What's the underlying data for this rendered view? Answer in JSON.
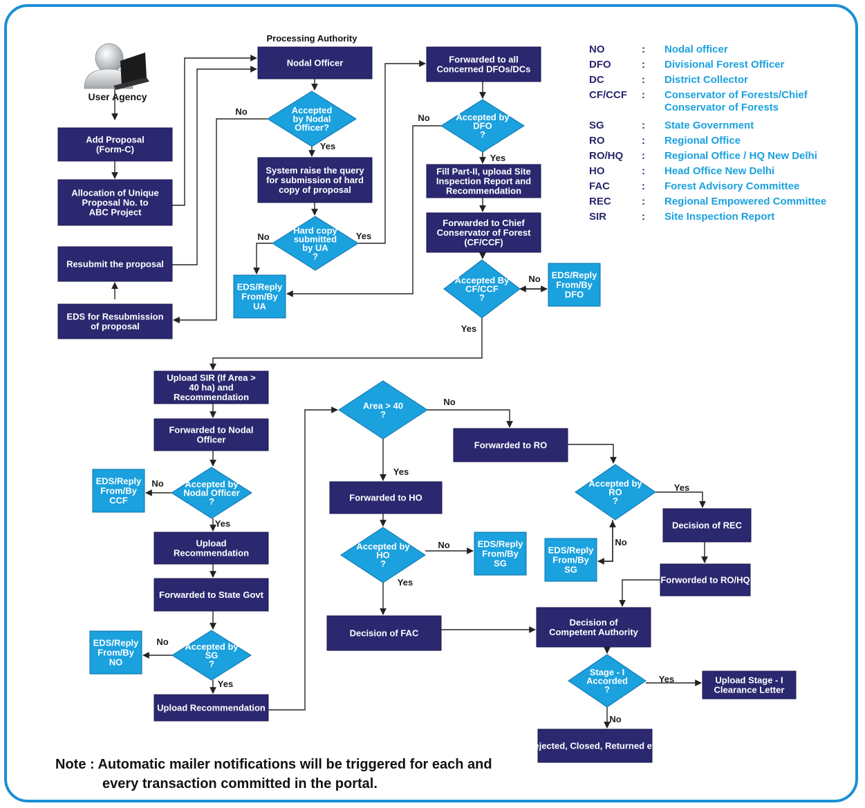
{
  "header": {
    "processing_authority": "Processing Authority",
    "user_agency": "User Agency"
  },
  "colors": {
    "dark_box": "#2b2870",
    "light_box": "#1aa1de",
    "frame": "#1a8fd6"
  },
  "icons": {
    "user_agency": "user-laptop-icon"
  },
  "nodes": {
    "add": "Add Proposal\n(Form-C)",
    "alloc": "Allocation of Unique\nProposal No. to\nABC Project",
    "resubmit": "Resubmit the proposal",
    "eds_resub": "EDS for Resubmission\nof proposal",
    "nodal": "Nodal Officer",
    "d_nodal": "Accepted\nby Nodal\nOfficer?",
    "sysq": "System raise the query\nfor submission of hard\ncopy of proposal",
    "d_hard": "Hard copy\nsubmitted\nby UA\n?",
    "eds_ua": "EDS/Reply\nFrom/By\nUA",
    "fwd_dfo": "Forwarded to all\nConcerned DFOs/DCs",
    "d_dfo": "Accepted by\nDFO\n?",
    "fill": "Fill Part-II, upload Site\nInspection Report and\nRecommendation",
    "fwd_ccf": "Forwarded to Chief\nConservator of Forest\n(CF/CCF)",
    "d_ccf": "Accepted By\nCF/CCF\n?",
    "eds_dfo": "EDS/Reply\nFrom/By\nDFO",
    "upsir": "Upload SIR (If Area >\n40 ha) and\nRecommendation",
    "fwd_no": "Forwarded to Nodal\nOfficer",
    "d_no2": "Accepted by\nNodal Officer\n?",
    "eds_ccf": "EDS/Reply\nFrom/By\nCCF",
    "uprec": "Upload\nRecommendation",
    "fwd_sg": "Forwarded to State Govt",
    "d_sg": "Accepted by\nSG\n?",
    "eds_no": "EDS/Reply\nFrom/By\nNO",
    "uprec2": "Upload Recommendation",
    "d_area": "Area > 40\n?",
    "fwd_ho": "Forwarded to HO",
    "d_ho": "Accepted by\nHO\n?",
    "eds_sg1": "EDS/Reply\nFrom/By\nSG",
    "fac": "Decision of FAC",
    "fwd_ro": "Forwarded to RO",
    "d_ro": "Accepted by\nRO\n?",
    "eds_sg2": "EDS/Reply\nFrom/By\nSG",
    "rec": "Decision of REC",
    "rohq": "Forworded to RO/HQ",
    "dca": "Decision of\nCompetent Authority",
    "d_stage": "Stage - I\nAccorded\n?",
    "upstage": "Upload Stage - I\nClearance Letter",
    "rejected": "Rejected, Closed, Returned etc."
  },
  "labels": {
    "yes": "Yes",
    "no": "No"
  },
  "legend": [
    {
      "abbr": "NO",
      "sep": ":",
      "meaning": "Nodal officer"
    },
    {
      "abbr": "DFO",
      "sep": ":",
      "meaning": "Divisional Forest Officer"
    },
    {
      "abbr": "DC",
      "sep": ":",
      "meaning": "District Collector"
    },
    {
      "abbr": "CF/CCF",
      "sep": ":",
      "meaning": "Conservator of Forests/Chief\nConservator of Forests"
    },
    {
      "abbr": "SG",
      "sep": ":",
      "meaning": "State Government"
    },
    {
      "abbr": "RO",
      "sep": ":",
      "meaning": "Regional Office"
    },
    {
      "abbr": "RO/HQ",
      "sep": ":",
      "meaning": "Regional Office / HQ New Delhi"
    },
    {
      "abbr": "HO",
      "sep": ":",
      "meaning": "Head Office New Delhi"
    },
    {
      "abbr": "FAC",
      "sep": ":",
      "meaning": "Forest Advisory Committee"
    },
    {
      "abbr": "REC",
      "sep": ":",
      "meaning": "Regional Empowered Committee"
    },
    {
      "abbr": "SIR",
      "sep": ":",
      "meaning": "Site Inspection Report"
    }
  ],
  "note": {
    "line1": "Note : Automatic mailer notifications will be triggered for each and",
    "line2": "every transaction committed in the portal."
  }
}
